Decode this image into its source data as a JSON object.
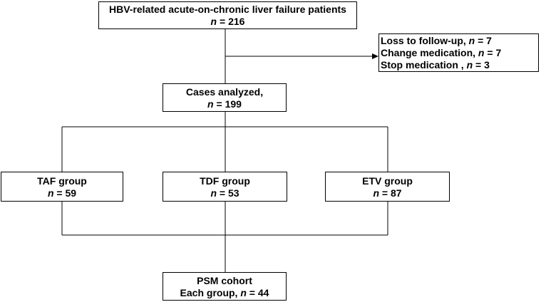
{
  "boxes": {
    "start": {
      "line1": "HBV-related acute-on-chronic liver failure patients",
      "n_symbol": "n",
      "n_text": " = 216"
    },
    "exclusion": {
      "items": [
        {
          "text": "Loss to follow-up, ",
          "n_symbol": "n",
          "n_text": " = 7"
        },
        {
          "text": "Change medication, ",
          "n_symbol": "n",
          "n_text": " = 7"
        },
        {
          "text": "Stop medication , ",
          "n_symbol": "n",
          "n_text": " = 3"
        }
      ]
    },
    "analyzed": {
      "line1": "Cases analyzed,",
      "n_symbol": "n",
      "n_text": " = 199"
    },
    "taf": {
      "line1": "TAF group",
      "n_symbol": "n",
      "n_text": " = 59"
    },
    "tdf": {
      "line1": "TDF group",
      "n_symbol": "n",
      "n_text": " = 53"
    },
    "etv": {
      "line1": "ETV group",
      "n_symbol": "n",
      "n_text": " = 87"
    },
    "psm": {
      "line1": "PSM cohort",
      "line2_prefix": "Each group, ",
      "n_symbol": "n",
      "n_text": " = 44"
    }
  }
}
